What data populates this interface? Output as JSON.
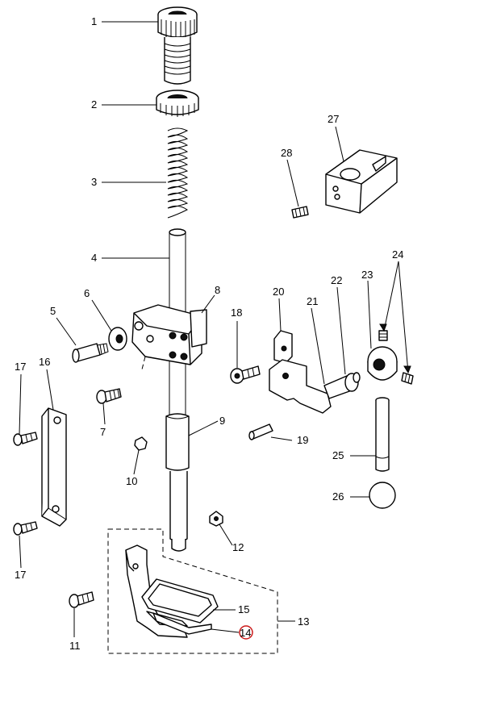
{
  "callouts": {
    "c1": "1",
    "c2": "2",
    "c3": "3",
    "c4": "4",
    "c5": "5",
    "c6": "6",
    "c7": "7",
    "c8": "8",
    "c9": "9",
    "c10": "10",
    "c11": "11",
    "c12": "12",
    "c13": "13",
    "c14": "14",
    "c15": "15",
    "c16": "16",
    "c17a": "17",
    "c17b": "17",
    "c18": "18",
    "c19": "19",
    "c20": "20",
    "c21": "21",
    "c22": "22",
    "c23": "23",
    "c24": "24",
    "c25": "25",
    "c26": "26",
    "c27": "27",
    "c28": "28"
  },
  "highlight": {
    "part": "14",
    "color": "#cc1b1b"
  }
}
